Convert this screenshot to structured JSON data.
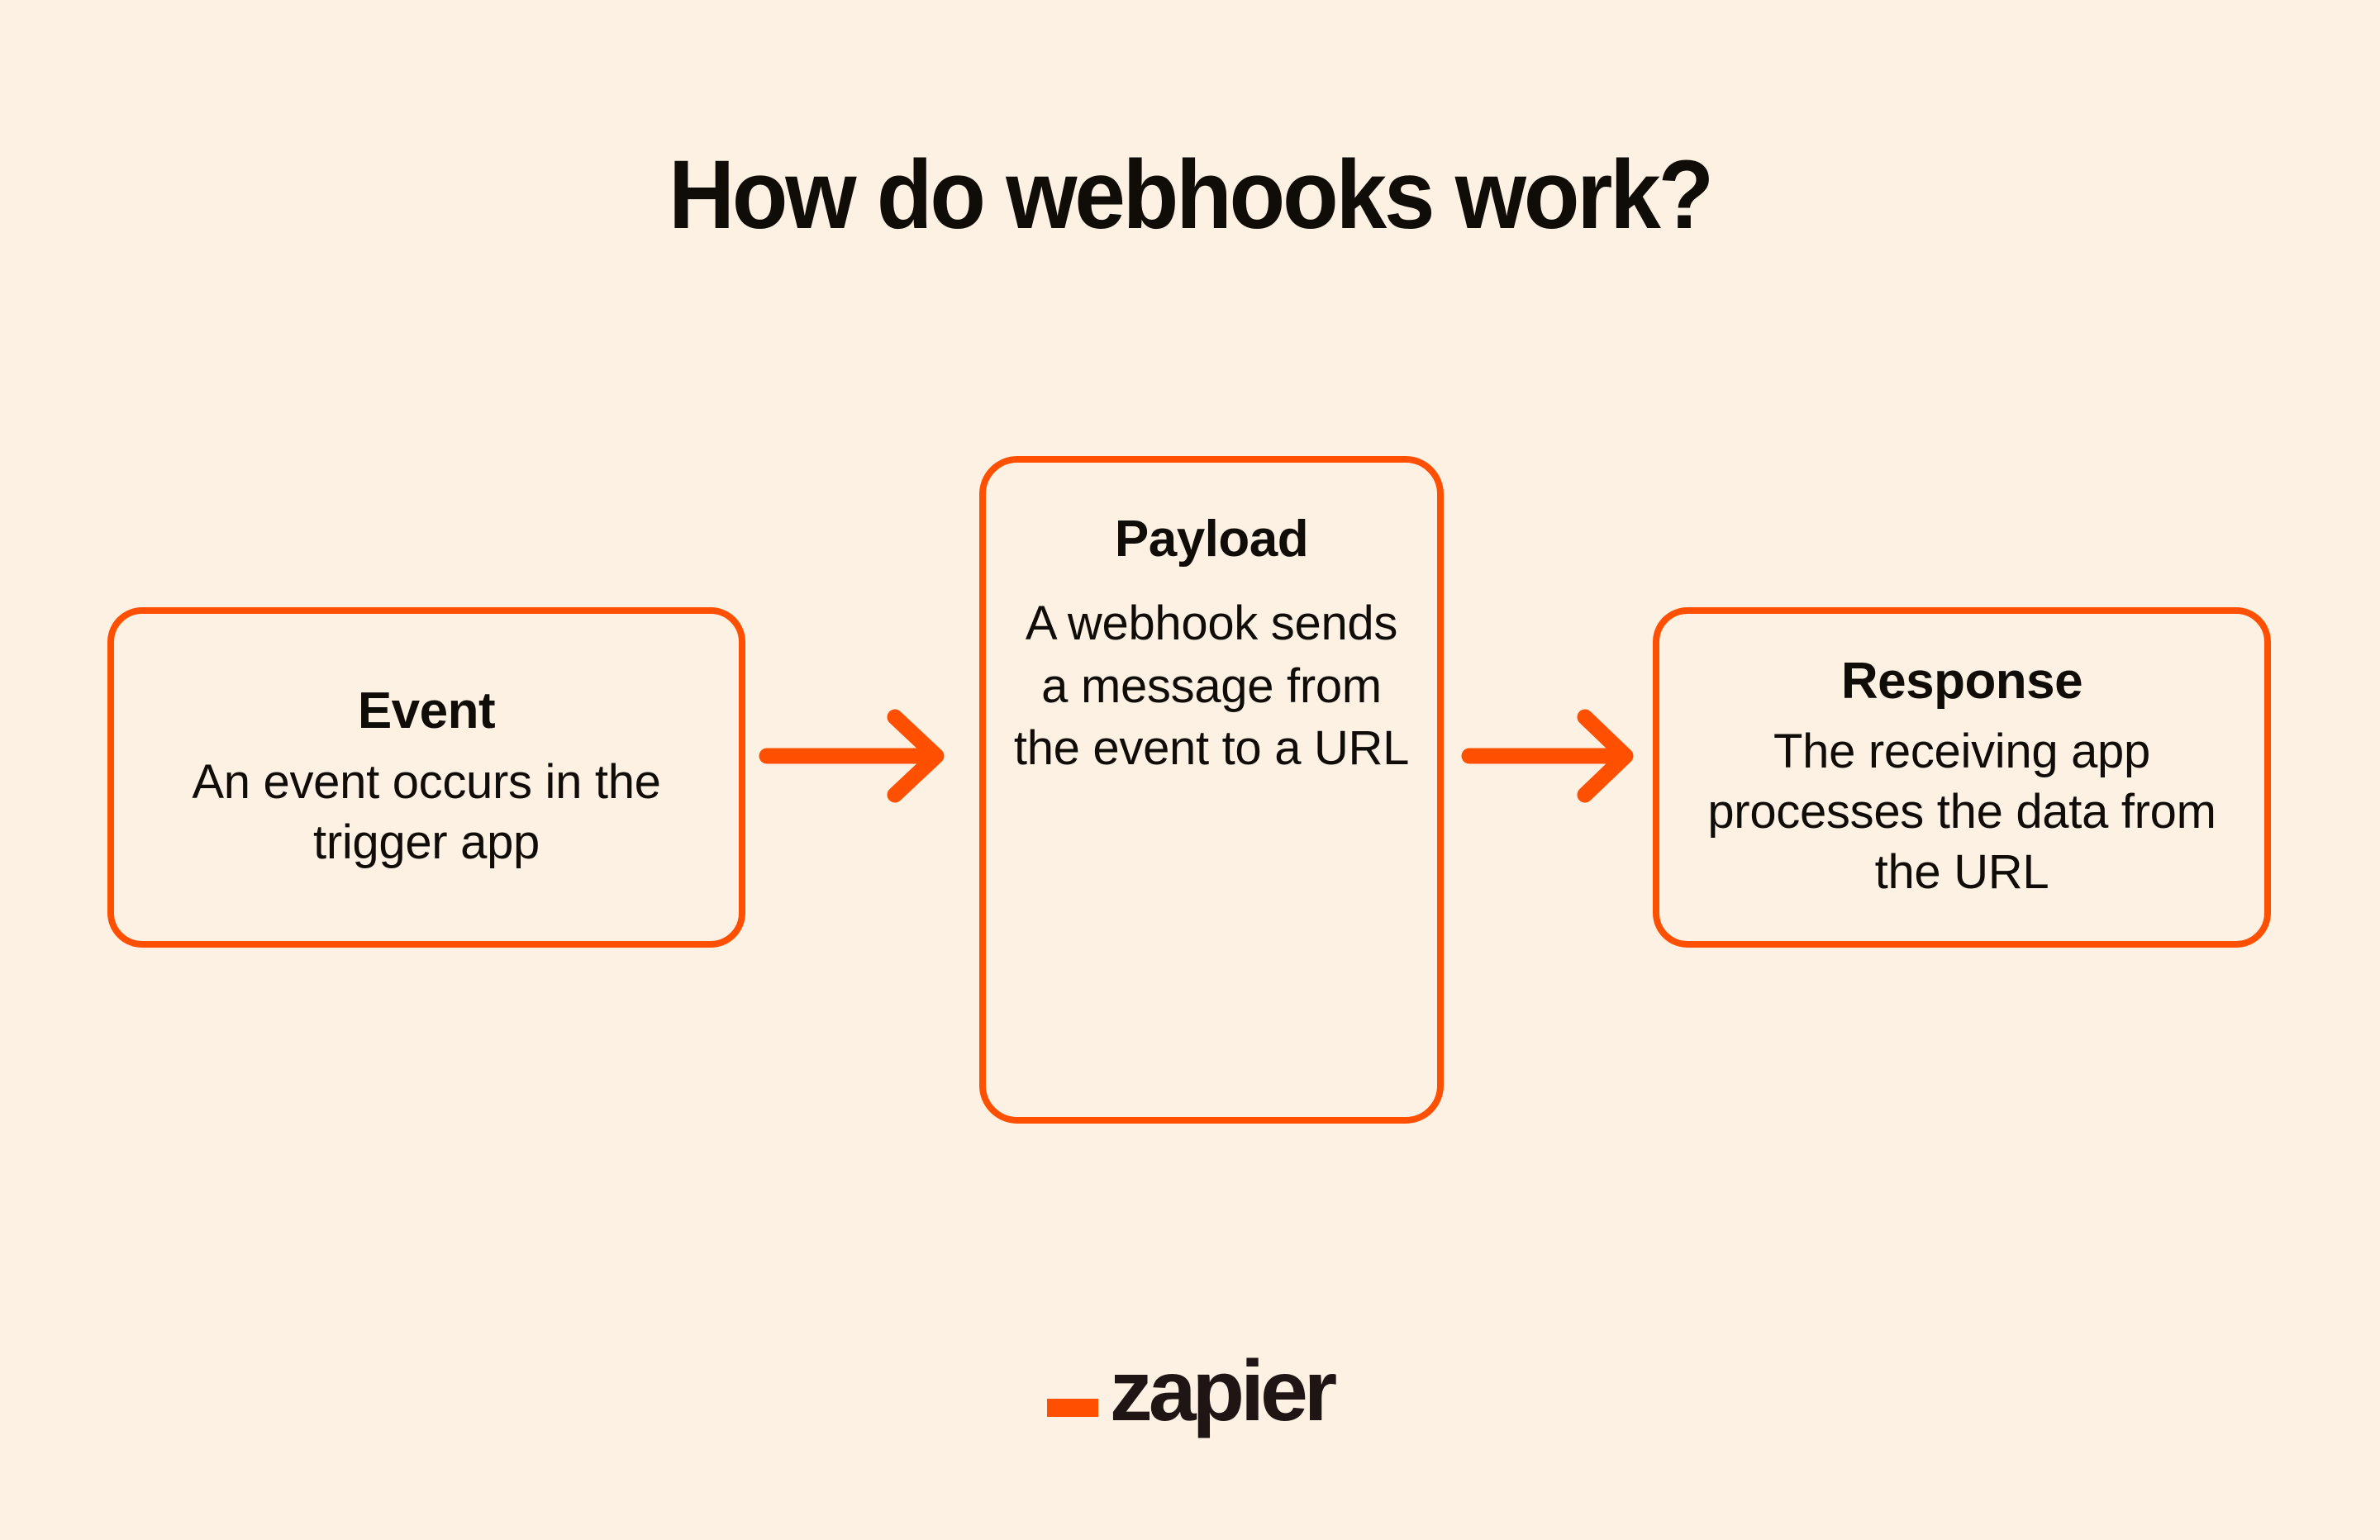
{
  "page": {
    "title": "How do webhooks work?",
    "background_color": "#FDF1E4",
    "accent_color": "#FF4F00",
    "text_color": "#100D09"
  },
  "diagram": {
    "type": "flow",
    "nodes": [
      {
        "id": "event",
        "title": "Event",
        "description": "An event occurs in the trigger app"
      },
      {
        "id": "payload",
        "title": "Payload",
        "description": "A webhook sends a message from the event to a URL"
      },
      {
        "id": "response",
        "title": "Response",
        "description": "The receiving app processes the data from the URL"
      }
    ],
    "connectors": [
      {
        "id": "arrow-1",
        "from": "event",
        "to": "payload",
        "direction": "right"
      },
      {
        "id": "arrow-2",
        "from": "payload",
        "to": "response",
        "direction": "right"
      }
    ]
  },
  "branding": {
    "wordmark": "zapier",
    "mark": "underscore-bar",
    "mark_color": "#FF4F00",
    "wordmark_color": "#201515"
  }
}
